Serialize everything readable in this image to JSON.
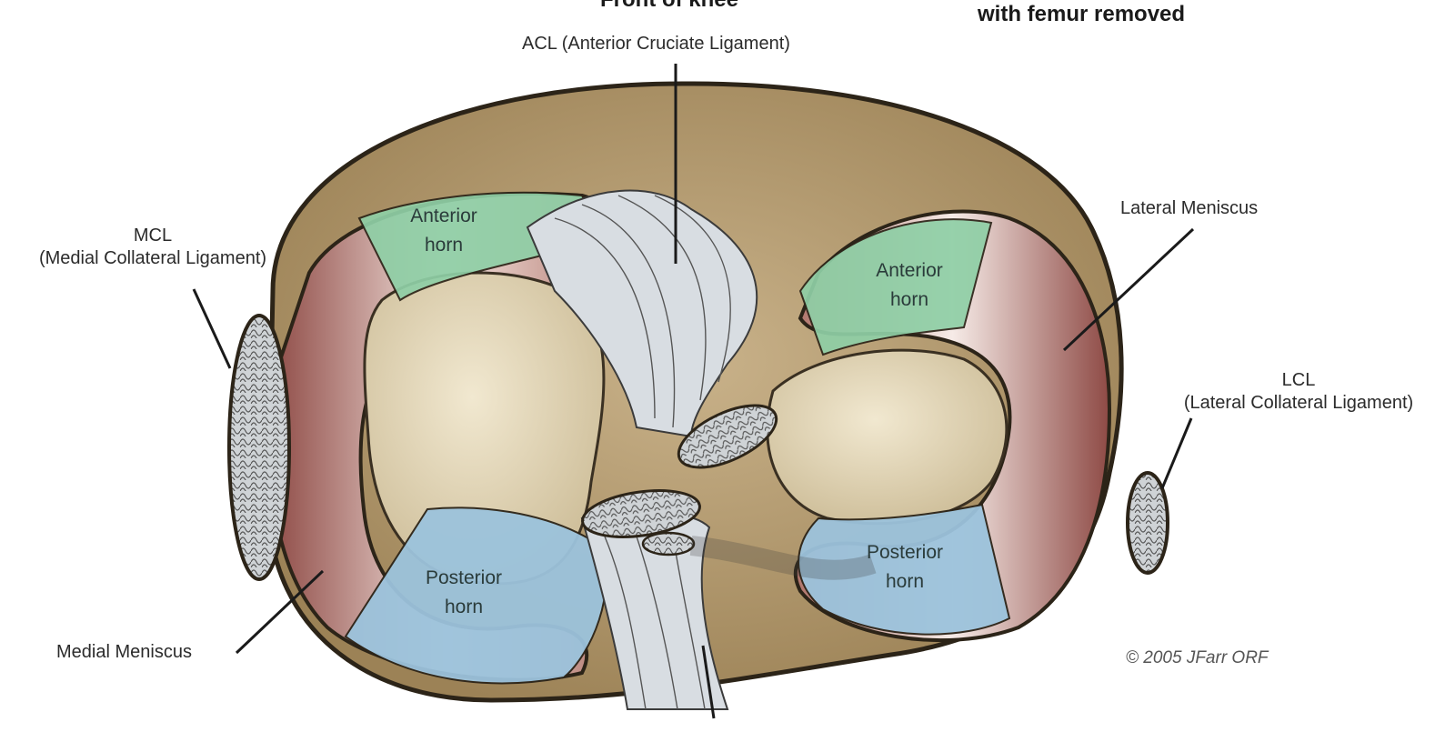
{
  "header": {
    "front_of_knee": "Front of knee",
    "femur_removed": "with femur removed"
  },
  "labels": {
    "acl": "ACL (Anterior Cruciate Ligament)",
    "mcl_abbr": "MCL",
    "mcl_full": "(Medial Collateral Ligament)",
    "lateral_meniscus": "Lateral Meniscus",
    "lcl_abbr": "LCL",
    "lcl_full": "(Lateral Collateral Ligament)",
    "medial_meniscus": "Medial Meniscus"
  },
  "horns": {
    "medial_anterior": [
      "Anterior",
      "horn"
    ],
    "lateral_anterior": [
      "Anterior",
      "horn"
    ],
    "medial_posterior": [
      "Posterior",
      "horn"
    ],
    "lateral_posterior": [
      "Posterior",
      "horn"
    ]
  },
  "credit": "© 2005 JFarr ORF",
  "colors": {
    "anterior_horn": "#8fcfa6",
    "posterior_horn": "#9cc3dc",
    "meniscus_body": "#b77a70",
    "tibia_plateau": "#b59b6e",
    "condyle": "#e8dcc0",
    "ligament": "#d8dde2"
  }
}
